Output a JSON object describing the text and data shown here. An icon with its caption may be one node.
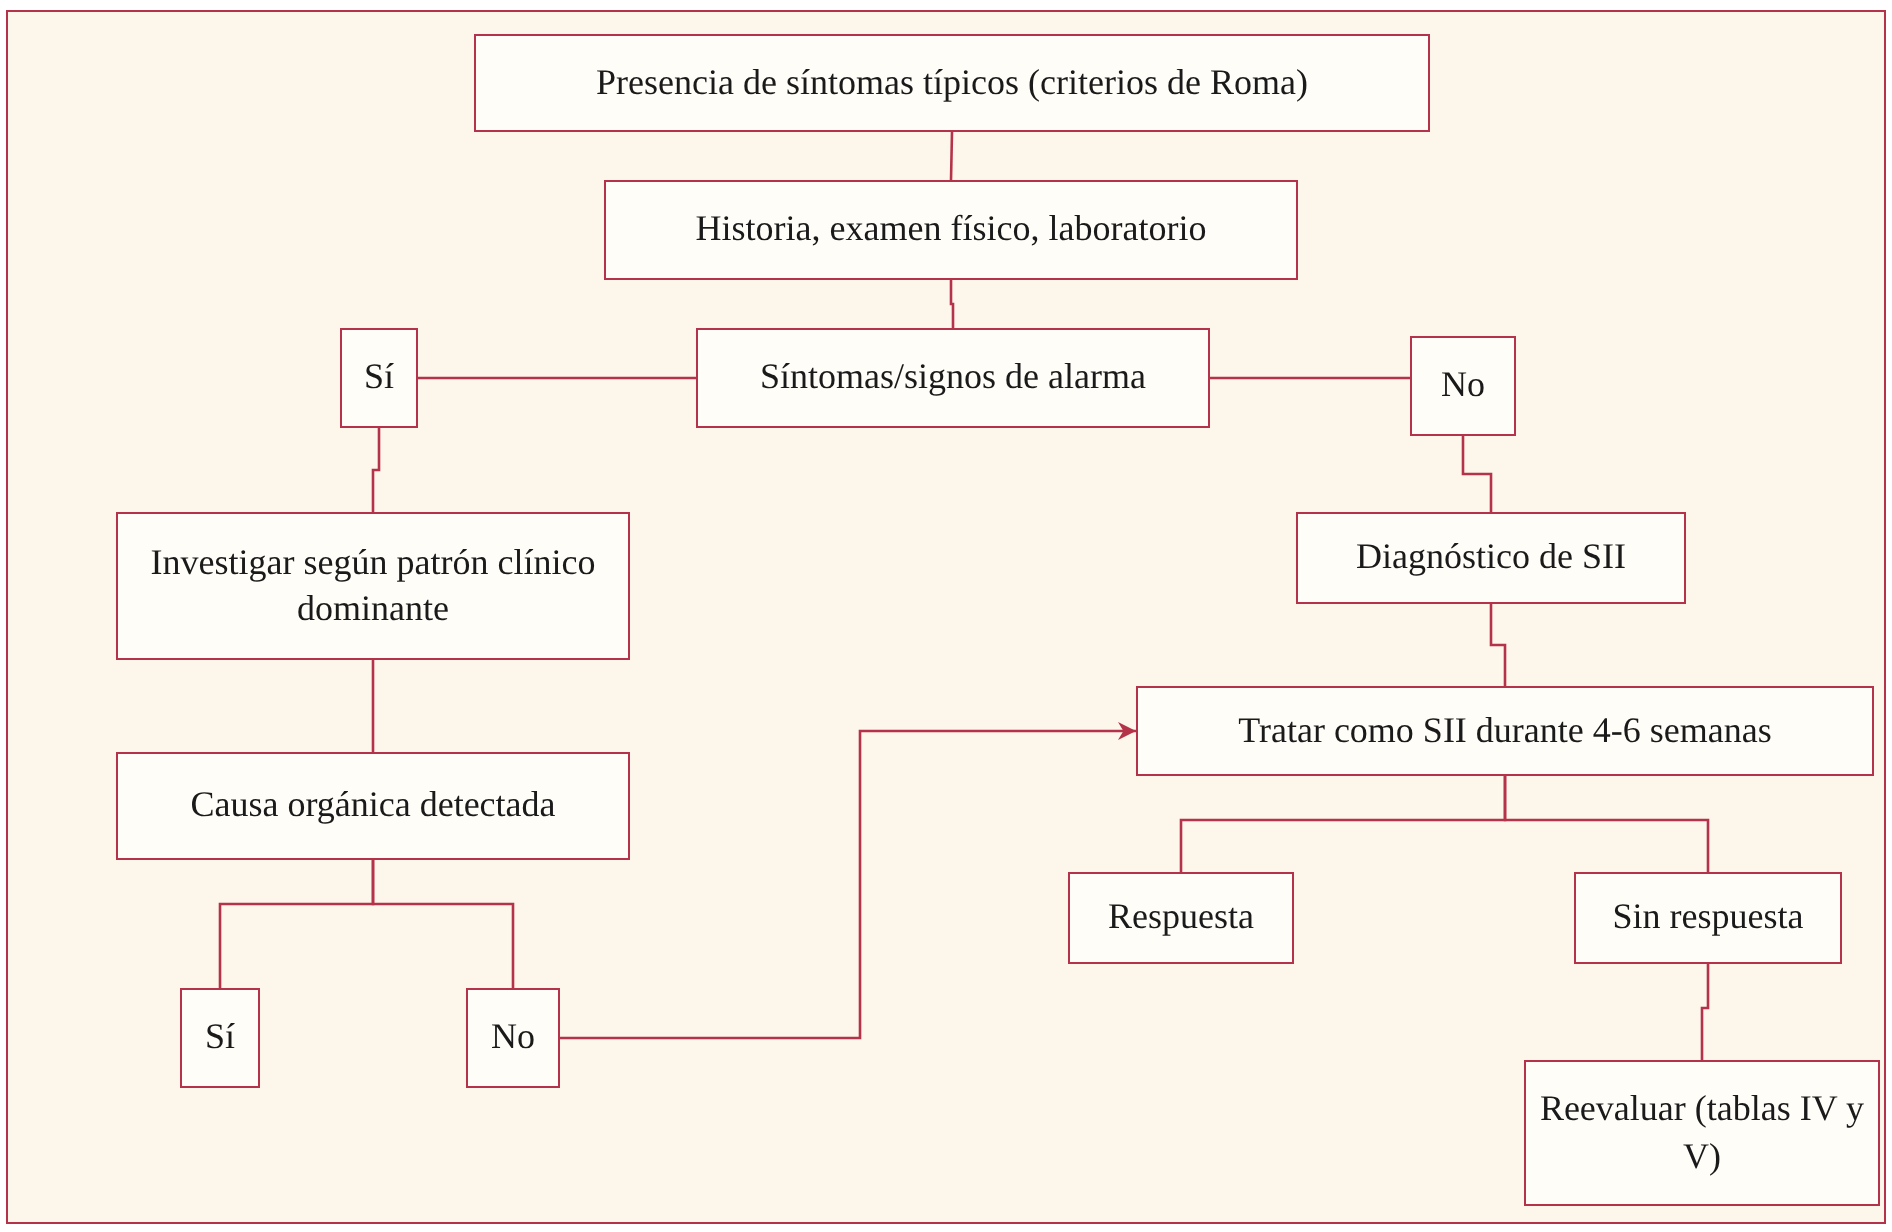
{
  "diagram": {
    "nodes": [
      {
        "text": [
          "Presencia de síntomas típicos (criterios de Roma)"
        ]
      },
      {
        "text": [
          "Historia, examen físico, laboratorio"
        ]
      },
      {
        "text": [
          "Síntomas/signos de alarma"
        ]
      },
      {
        "text": [
          "Sí"
        ]
      },
      {
        "text": [
          "No"
        ]
      },
      {
        "text": [
          "Investigar según patrón clínico dominante"
        ]
      },
      {
        "text": [
          "Diagnóstico de SII"
        ]
      },
      {
        "text": [
          "Causa orgánica detectada"
        ]
      },
      {
        "text": [
          "Tratar como SII durante 4-6 semanas"
        ]
      },
      {
        "text": [
          "Sí"
        ]
      },
      {
        "text": [
          "No"
        ]
      },
      {
        "text": [
          "Respuesta"
        ]
      },
      {
        "text": [
          "Sin respuesta"
        ]
      },
      {
        "text": [
          "Reevaluar (tablas IV y V)"
        ]
      }
    ],
    "edges": [
      {
        "from": 0,
        "to": 1,
        "arrow": "none"
      },
      {
        "from": 1,
        "to": 2,
        "arrow": "none"
      },
      {
        "from": 2,
        "to": 3,
        "arrow": "none"
      },
      {
        "from": 2,
        "to": 4,
        "arrow": "none"
      },
      {
        "from": 3,
        "to": 5,
        "arrow": "none"
      },
      {
        "from": 4,
        "to": 6,
        "arrow": "none"
      },
      {
        "from": 5,
        "to": 7,
        "arrow": "none"
      },
      {
        "from": 6,
        "to": 8,
        "arrow": "none"
      },
      {
        "from": 7,
        "to": 9,
        "arrow": "none"
      },
      {
        "from": 7,
        "to": 10,
        "arrow": "none"
      },
      {
        "from": 10,
        "to": 8,
        "arrow": "to"
      },
      {
        "from": 8,
        "to": 11,
        "arrow": "none"
      },
      {
        "from": 8,
        "to": 12,
        "arrow": "none"
      },
      {
        "from": 12,
        "to": 13,
        "arrow": "none"
      }
    ]
  }
}
